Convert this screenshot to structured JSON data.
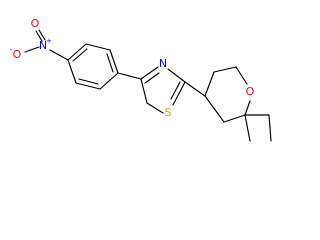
{
  "molecule": {
    "atoms": {
      "n_nitro": {
        "symbol": "N",
        "charge": "+",
        "color": "#0000ff"
      },
      "o_nitro_1": {
        "symbol": "O",
        "charge": "",
        "color": "#ff0000"
      },
      "o_nitro_2": {
        "symbol": "O",
        "charge": "-",
        "color": "#ff0000"
      },
      "n_thiazole": {
        "symbol": "N",
        "charge": "",
        "color": "#0000ff"
      },
      "s_thiazole": {
        "symbol": "S",
        "charge": "",
        "color": "#c8b400"
      },
      "o_pyran": {
        "symbol": "O",
        "charge": "",
        "color": "#ff0000"
      }
    },
    "bond_color": "#000000"
  }
}
